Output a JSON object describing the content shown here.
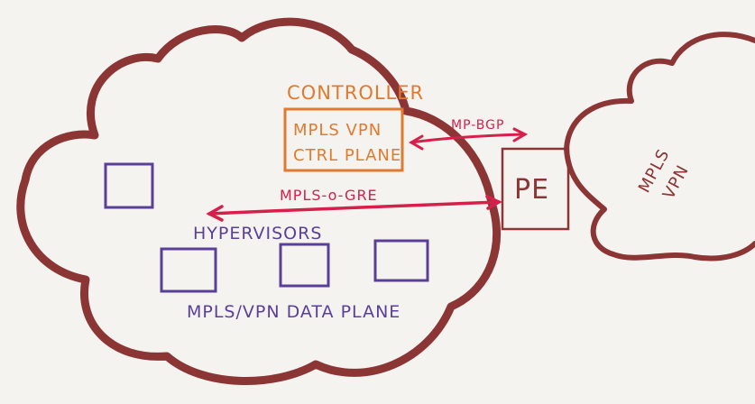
{
  "colors": {
    "cloud": "#8b3535",
    "controller": "#e07a2e",
    "hypervisor": "#5a3f9a",
    "link": "#d61f4a",
    "pe": "#8b3535",
    "background": "#f5f3f0"
  },
  "controller": {
    "title": "CONTROLLER",
    "line1": "MPLS VPN",
    "line2": "CTRL PLANE"
  },
  "links": {
    "mp_bgp": "MP-BGP",
    "mpls_o_gre": "MPLS-o-GRE"
  },
  "hypervisors": {
    "label": "HYPERVISORS",
    "data_plane_label": "MPLS/VPN DATA PLANE"
  },
  "pe": {
    "label": "PE"
  },
  "mpls_vpn_cloud": {
    "line1": "MPLS",
    "line2": "VPN"
  }
}
